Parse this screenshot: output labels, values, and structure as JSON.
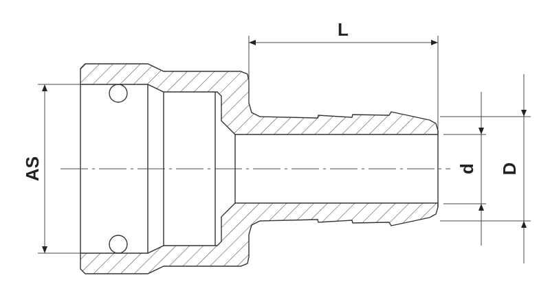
{
  "drawing": {
    "dimensions": {
      "length_label": "L",
      "thread_label": "AS",
      "inner_diameter_label": "d",
      "outer_diameter_label": "D"
    },
    "colors": {
      "line": "#333333",
      "background": "#ffffff"
    }
  }
}
